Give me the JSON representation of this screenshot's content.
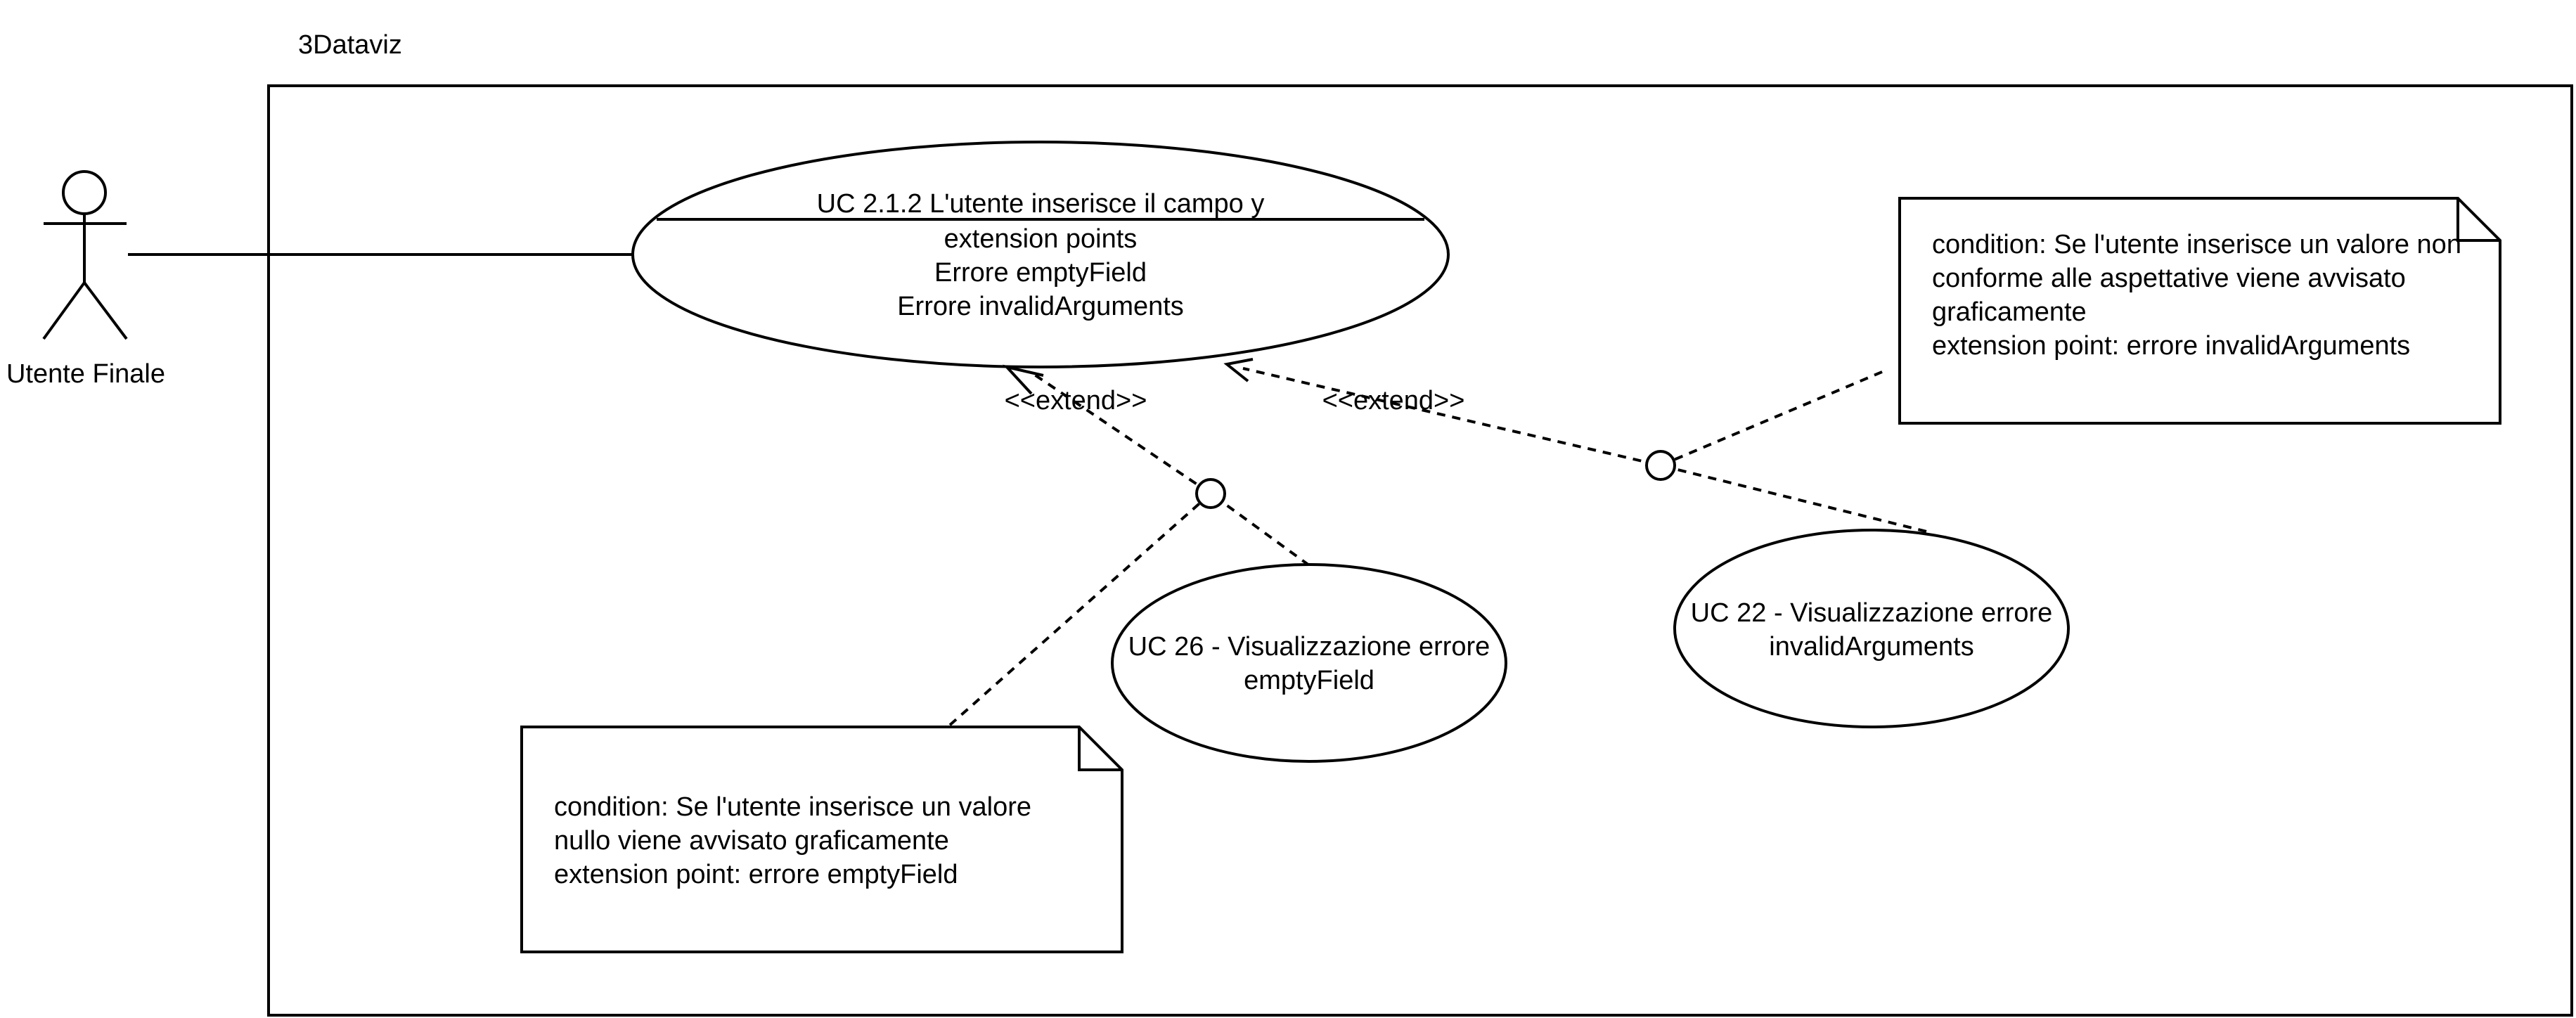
{
  "system": {
    "title": "3Dataviz"
  },
  "actor": {
    "name": "Utente Finale"
  },
  "main_use_case": {
    "title": "UC 2.1.2 L'utente inserisce il campo y",
    "section_label": "extension points",
    "extension_points": [
      "Errore emptyField",
      "Errore invalidArguments"
    ]
  },
  "extensions": [
    {
      "stereotype": "<<extend>>",
      "use_case": {
        "lines": [
          "UC 26 - Visualizzazione errore",
          "emptyField"
        ]
      },
      "note": {
        "lines": [
          "condition: Se l'utente inserisce un valore",
          "nullo viene avvisato graficamente",
          "extension point: errore emptyField"
        ]
      }
    },
    {
      "stereotype": "<<extend>>",
      "use_case": {
        "lines": [
          "UC 22 - Visualizzazione errore",
          "invalidArguments"
        ]
      },
      "note": {
        "lines": [
          "condition: Se l'utente inserisce un valore non",
          "conforme alle aspettative viene avvisato",
          "graficamente",
          "extension point: errore invalidArguments"
        ]
      }
    }
  ],
  "colors": {
    "stroke": "#000000",
    "fill": "#ffffff",
    "text": "#000000"
  }
}
